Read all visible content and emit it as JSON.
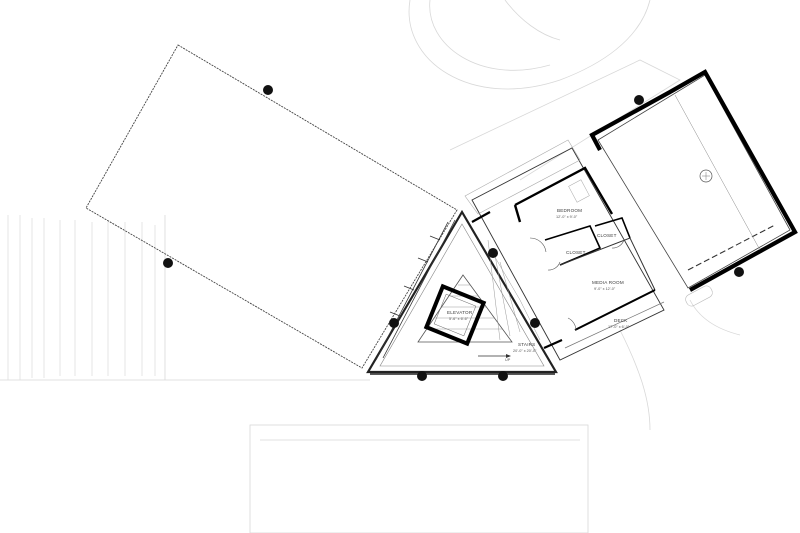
{
  "plan": {
    "rooms": [
      {
        "id": "bedroom",
        "name": "BEDROOM",
        "dim": "12'-0\" x 9'-0\""
      },
      {
        "id": "closet-a",
        "name": "CLOSET",
        "dim": ""
      },
      {
        "id": "closet-b",
        "name": "CLOSET",
        "dim": ""
      },
      {
        "id": "media-room",
        "name": "MEDIA ROOM",
        "dim": "9'-0\" x 12'-0\""
      },
      {
        "id": "deck",
        "name": "DECK",
        "dim": "17'-0\" x 6'-0\""
      },
      {
        "id": "elevator",
        "name": "ELEVATOR",
        "dim": "5'-6\" x 6'-6\""
      },
      {
        "id": "stairs",
        "name": "STAIRS",
        "dim": "20'-0\" x 20'-0\""
      }
    ],
    "marker": "UP",
    "colors": {
      "line": "#333333",
      "light": "#bdbdbd",
      "wall": "#000000",
      "post": "#111111"
    }
  }
}
